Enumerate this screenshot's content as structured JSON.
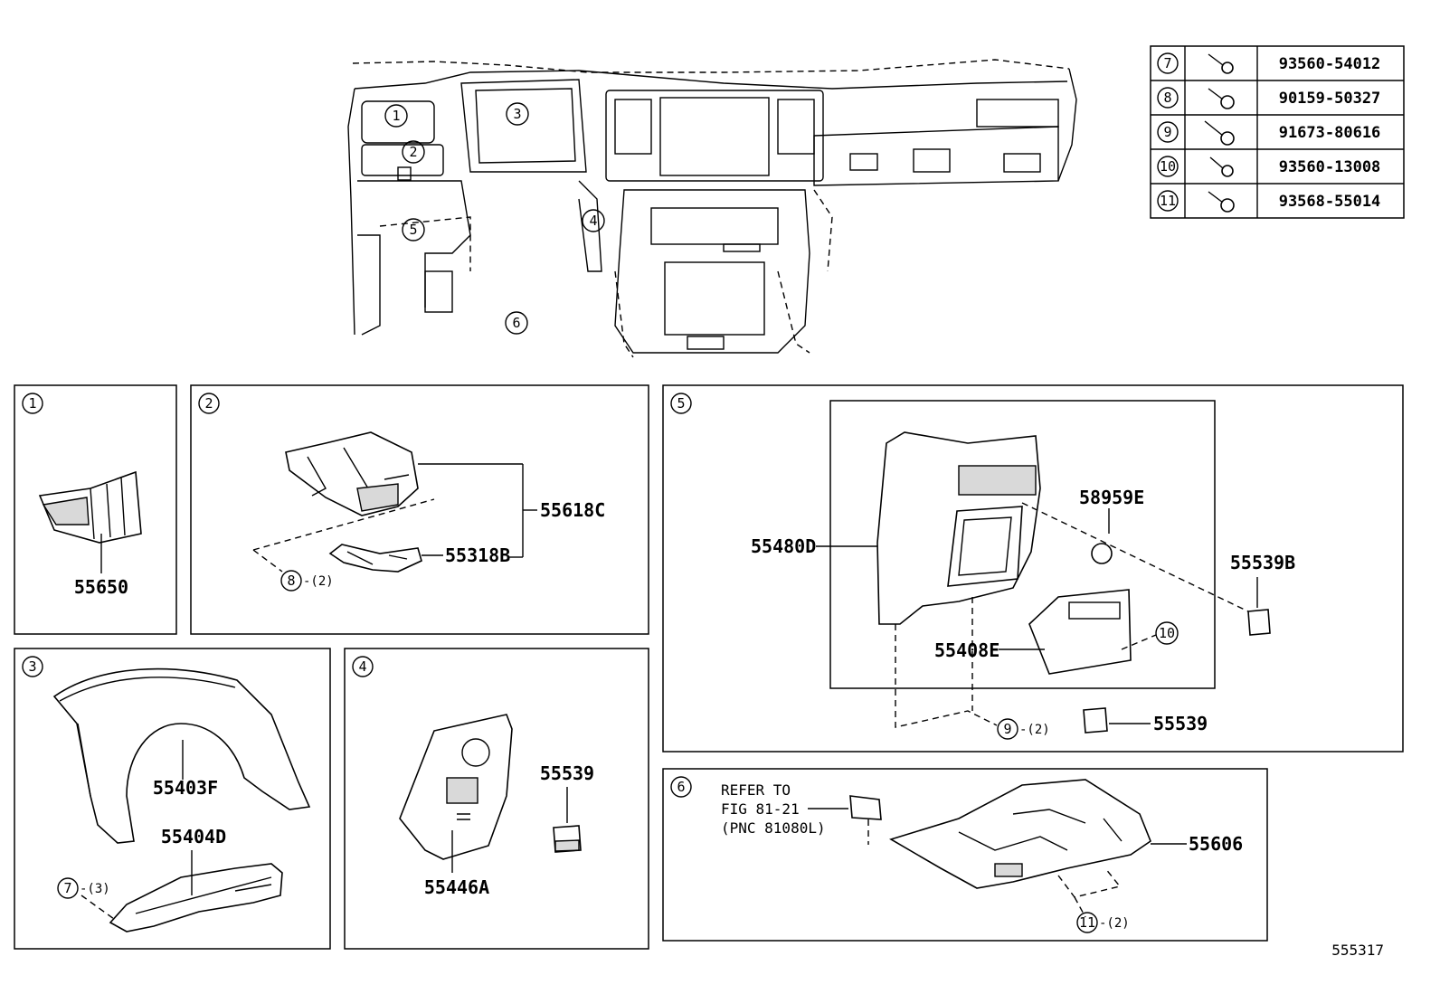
{
  "diagram_id": "555317",
  "main_view": {
    "callouts": [
      "1",
      "2",
      "3",
      "4",
      "5",
      "6"
    ]
  },
  "fastener_table": [
    {
      "ref": "7",
      "part_no": "93560-54012",
      "icon": "screw-icon"
    },
    {
      "ref": "8",
      "part_no": "90159-50327",
      "icon": "screw-icon"
    },
    {
      "ref": "9",
      "part_no": "91673-80616",
      "icon": "screw-icon"
    },
    {
      "ref": "10",
      "part_no": "93560-13008",
      "icon": "screw-icon"
    },
    {
      "ref": "11",
      "part_no": "93568-55014",
      "icon": "screw-icon"
    }
  ],
  "panels": {
    "p1": {
      "num": "1",
      "parts": [
        "55650"
      ]
    },
    "p2": {
      "num": "2",
      "parts": [
        "55618C",
        "55318B"
      ],
      "fastener": {
        "ref": "8",
        "qty": "-(2)"
      }
    },
    "p3": {
      "num": "3",
      "parts": [
        "55403F",
        "55404D"
      ],
      "fastener": {
        "ref": "7",
        "qty": "-(3)"
      }
    },
    "p4": {
      "num": "4",
      "parts": [
        "55446A",
        "55539"
      ]
    },
    "p5": {
      "num": "5",
      "parts": [
        "55480D",
        "58959E",
        "55539B",
        "55408E",
        "55539"
      ],
      "fastener_a": {
        "ref": "10"
      },
      "fastener_b": {
        "ref": "9",
        "qty": "-(2)"
      }
    },
    "p6": {
      "num": "6",
      "parts": [
        "55606"
      ],
      "refer": [
        "REFER TO",
        "FIG 81-21",
        "(PNC 81080L)"
      ],
      "fastener": {
        "ref": "11",
        "qty": "-(2)"
      }
    }
  }
}
